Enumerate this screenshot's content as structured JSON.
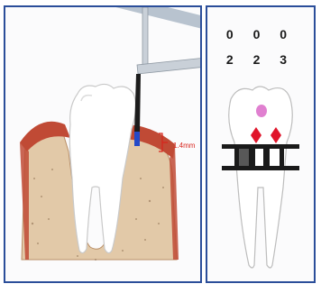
{
  "left_panel": {
    "measurement_label": "1.4mm"
  },
  "right_panel": {
    "code_row_top": "0 0 0",
    "code_row_bottom": "2 2 3"
  },
  "colors": {
    "frame": "#2b4e9a",
    "gingiva": "#c04a35",
    "bone": "#e2c9a8",
    "probe": "#1c1c1c",
    "probe_tip": "#2449c8",
    "marker_pink": "#e080d0",
    "marker_red": "#e0142a",
    "bracket": "#d8241c"
  },
  "icons": [
    "periodontal-probe-icon",
    "tooth-crown-icon",
    "tooth-root-icon",
    "bone-icon",
    "gingiva-icon",
    "probing-chart-icon"
  ]
}
